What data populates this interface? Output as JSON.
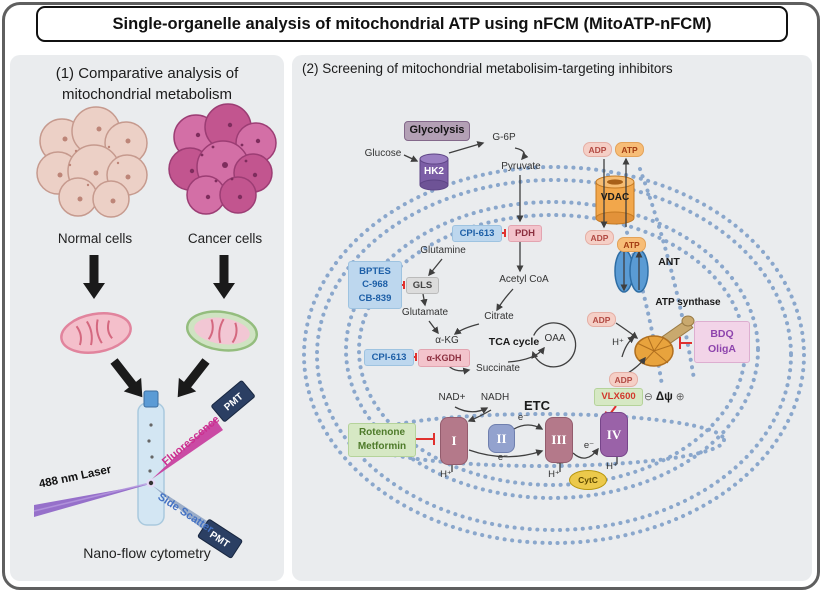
{
  "title": "Single-organelle analysis of mitochondrial ATP using nFCM (MitoATP-nFCM)",
  "colors": {
    "inhibitor_blue_bg": "#bdd7ee",
    "inhibitor_blue_text": "#1d5fa7",
    "inhibitor_green_bg": "#d6e8c4",
    "inhibitor_green_text": "#4e7b2a",
    "enzyme_pink_bg": "#f3c4cc",
    "glycolysis_box_bg": "#b3a0b5",
    "adp_badge_bg": "#f5cfc6",
    "atp_badge_bg": "#f7bd77",
    "membrane_dots": "#8aa7cc",
    "inhibition_red": "#e0312e",
    "laser_beam": "#8d63c5",
    "fluorescence_beam": "#c6399b",
    "side_scatter_beam": "#93a7c4"
  },
  "left_panel": {
    "heading_line1": "(1) Comparative analysis of",
    "heading_line2": "mitochondrial metabolism",
    "normal_cells_label": "Normal cells",
    "cancer_cells_label": "Cancer cells",
    "laser_label": "488 nm Laser",
    "fluorescence_label": "Fluorescence",
    "side_scatter_label": "Side Scatter",
    "pmt_label": "PMT",
    "footer_label": "Nano-flow cytometry"
  },
  "right_panel": {
    "heading": "(2) Screening of mitochondrial metabolisim-targeting inhibitors",
    "pathway": {
      "glycolysis": "Glycolysis",
      "glucose": "Glucose",
      "hk2": "HK2",
      "g6p": "G-6P",
      "pyruvate": "Pyruvate",
      "pdh": "PDH",
      "acetyl_coa": "Acetyl CoA",
      "glutamine": "Glutamine",
      "gls": "GLS",
      "glutamate": "Glutamate",
      "citrate": "Citrate",
      "tca_cycle": "TCA cycle",
      "oaa": "OAA",
      "akg": "α-KG",
      "akgdh": "α-KGDH",
      "succinate": "Succinate",
      "nad": "NAD+",
      "nadh": "NADH",
      "etc": "ETC",
      "vdac": "VDAC",
      "ant": "ANT",
      "atp_synthase": "ATP synthase",
      "cytc": "CytC",
      "complex_i": "I",
      "complex_ii": "II",
      "complex_iii": "III",
      "complex_iv": "IV",
      "adp": "ADP",
      "atp": "ATP",
      "h_plus": "H⁺",
      "e_minus": "e⁻",
      "delta_psi": "Δψ",
      "psi_minus": "⊖",
      "psi_plus": "⊕"
    },
    "inhibitors": {
      "cpi613": "CPI-613",
      "bptes": "BPTES",
      "c968": "C-968",
      "cb839": "CB-839",
      "vlx600": "VLX600",
      "bdq": "BDQ",
      "oliga": "OligA",
      "rotenone": "Rotenone",
      "metformin": "Metformin"
    }
  }
}
